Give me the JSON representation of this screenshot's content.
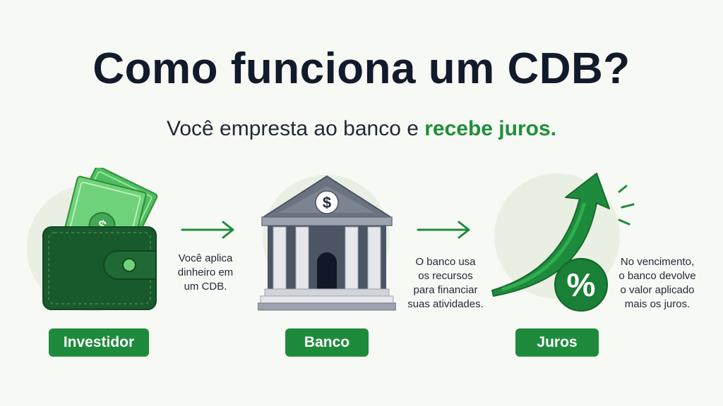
{
  "header": {
    "title": "Como funciona um CDB?",
    "subtitle_plain": "Você empresta ao banco e ",
    "subtitle_highlight": "recebe juros."
  },
  "steps": [
    {
      "label": "Investidor",
      "icon": "wallet-icon",
      "caption": [
        "Você aplica",
        "dinheiro em",
        "um CDB."
      ]
    },
    {
      "label": "Banco",
      "icon": "bank-icon",
      "caption": [
        "O banco usa",
        "os recursos",
        "para financiar",
        "suas atividades."
      ]
    },
    {
      "label": "Juros",
      "icon": "growth-arrow-percent-icon",
      "caption": [
        "No vencimento,",
        "o banco devolve",
        "o valor aplicado",
        "mais os juros."
      ]
    }
  ],
  "icons": {
    "currency_symbol": "$",
    "percent_symbol": "%"
  },
  "colors": {
    "accent": "#1e8b3c",
    "title": "#111b2b",
    "bank": "#6b7280"
  }
}
